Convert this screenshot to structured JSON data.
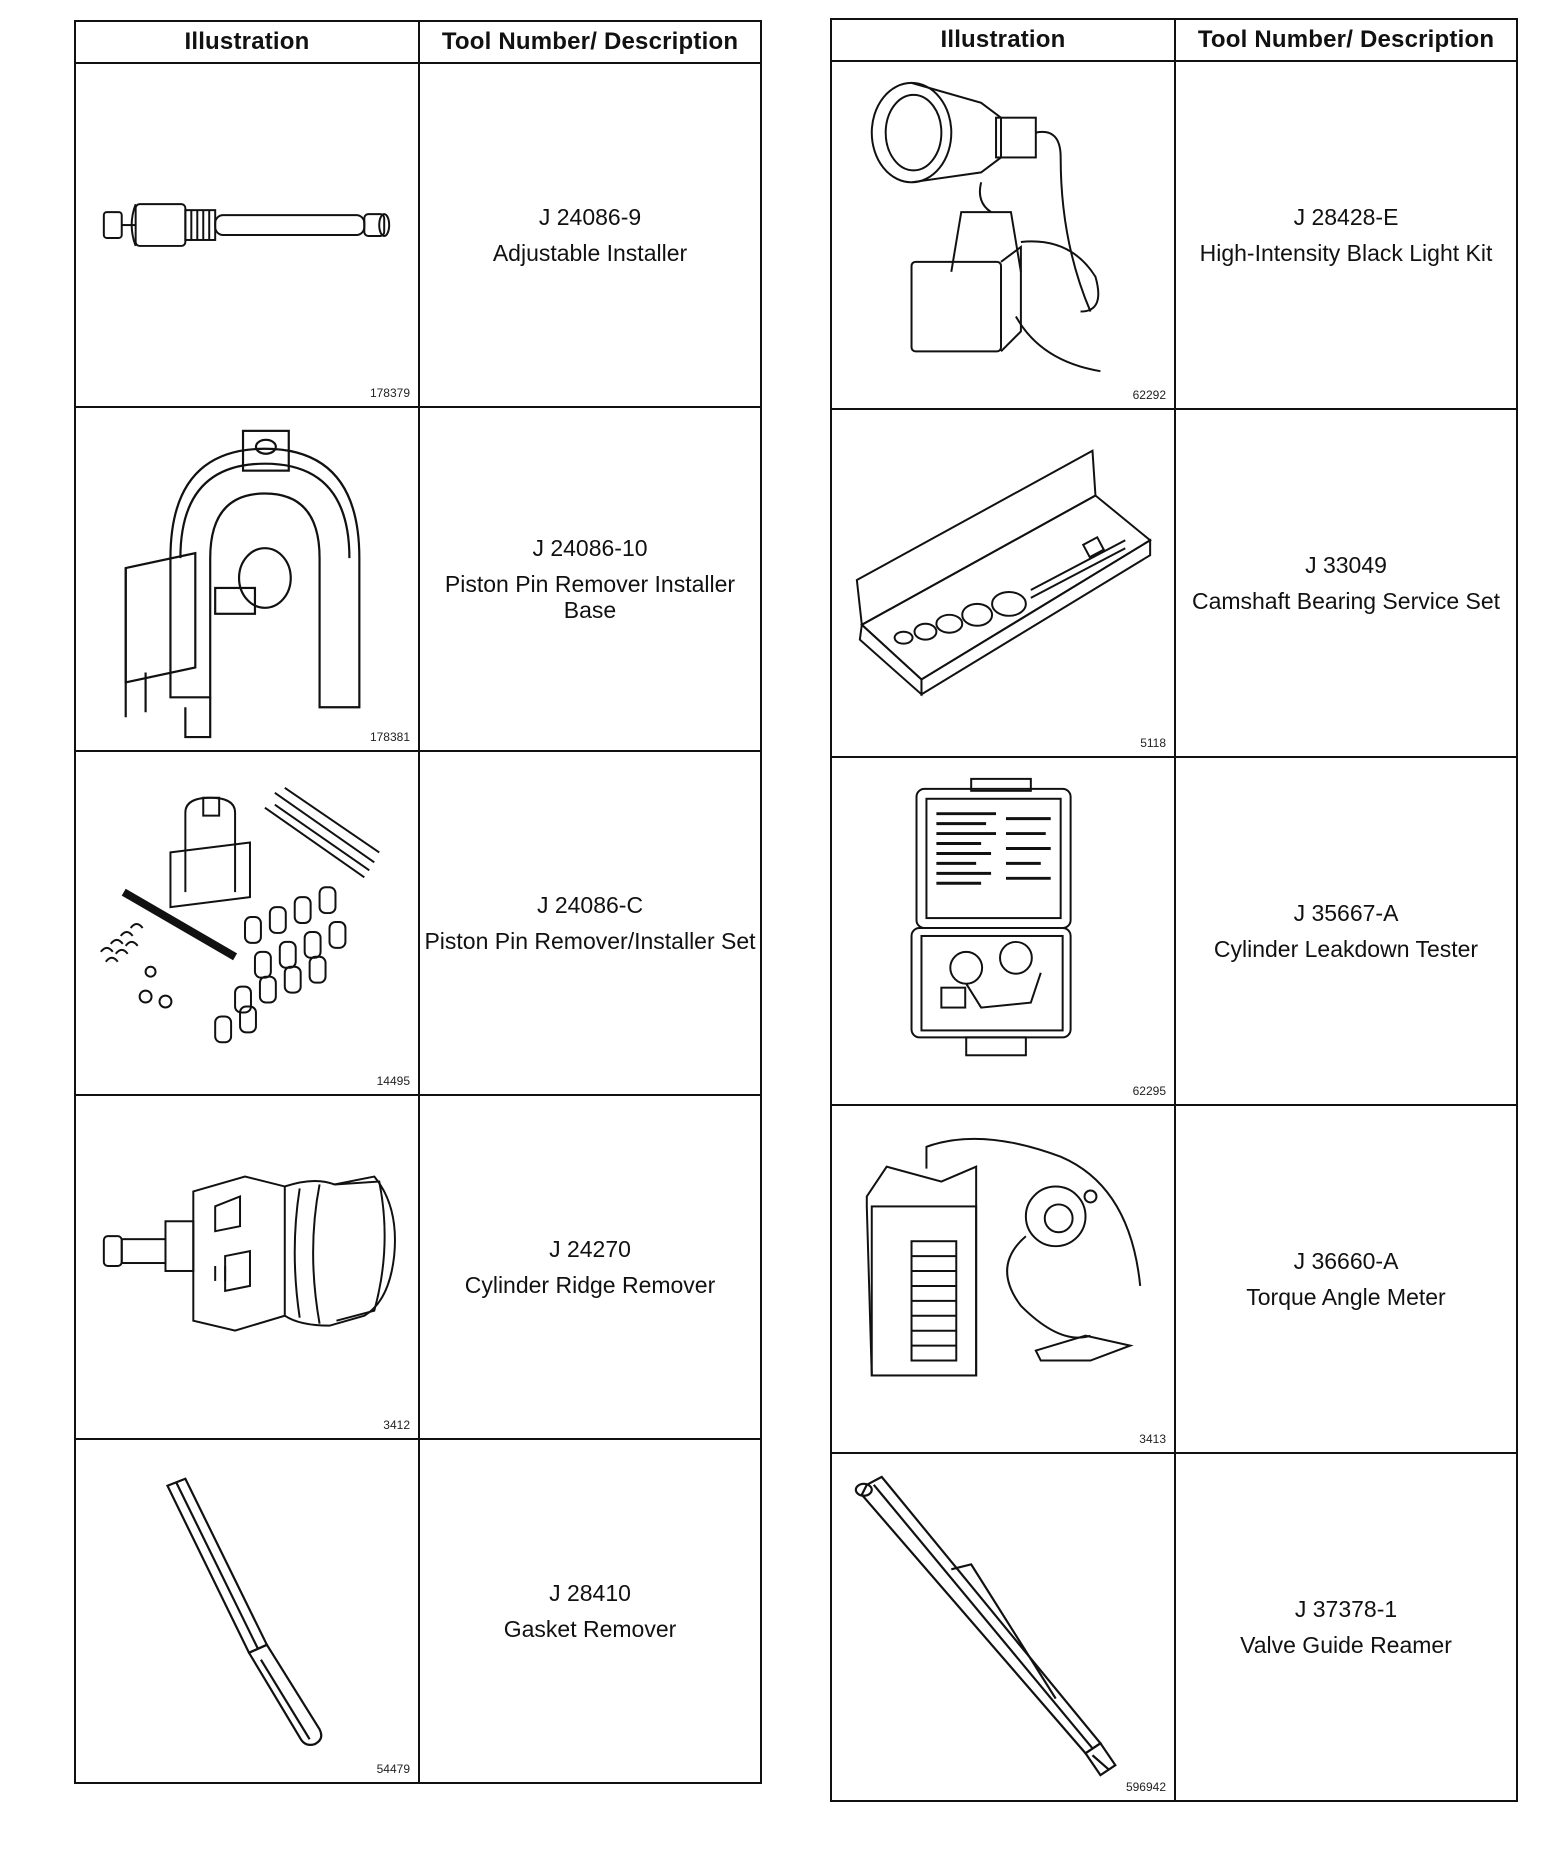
{
  "headers": {
    "illustration": "Illustration",
    "tool": "Tool Number/ Description"
  },
  "left": [
    {
      "number": "J 24086-9",
      "description": "Adjustable Installer",
      "figure": "178379",
      "icon": "adjustable-installer-icon"
    },
    {
      "number": "J 24086-10",
      "description": "Piston Pin Remover Installer Base",
      "figure": "178381",
      "icon": "installer-base-icon"
    },
    {
      "number": "J 24086-C",
      "description": "Piston Pin Remover/Installer Set",
      "figure": "14495",
      "icon": "pin-set-icon"
    },
    {
      "number": "J 24270",
      "description": "Cylinder Ridge Remover",
      "figure": "3412",
      "icon": "ridge-remover-icon"
    },
    {
      "number": "J 28410",
      "description": "Gasket Remover",
      "figure": "54479",
      "icon": "gasket-remover-icon"
    }
  ],
  "right": [
    {
      "number": "J 28428-E",
      "description": "High-Intensity Black Light Kit",
      "figure": "62292",
      "icon": "black-light-icon"
    },
    {
      "number": "J 33049",
      "description": "Camshaft Bearing Service Set",
      "figure": "5118",
      "icon": "bearing-set-icon"
    },
    {
      "number": "J 35667-A",
      "description": "Cylinder Leakdown Tester",
      "figure": "62295",
      "icon": "leakdown-tester-icon"
    },
    {
      "number": "J 36660-A",
      "description": "Torque Angle Meter",
      "figure": "3413",
      "icon": "torque-meter-icon"
    },
    {
      "number": "J 37378-1",
      "description": "Valve Guide Reamer",
      "figure": "596942",
      "icon": "reamer-icon"
    }
  ]
}
